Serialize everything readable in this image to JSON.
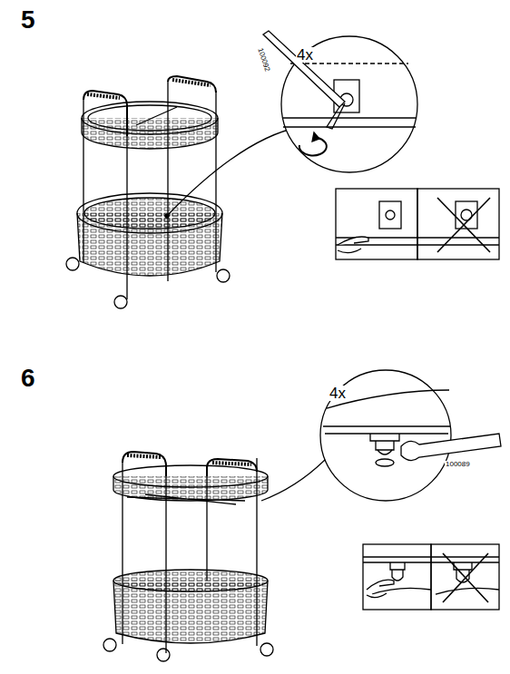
{
  "diagram": {
    "labels": [
      "5",
      "4x",
      "100092",
      "6",
      "4x",
      "100089"
    ]
  }
}
